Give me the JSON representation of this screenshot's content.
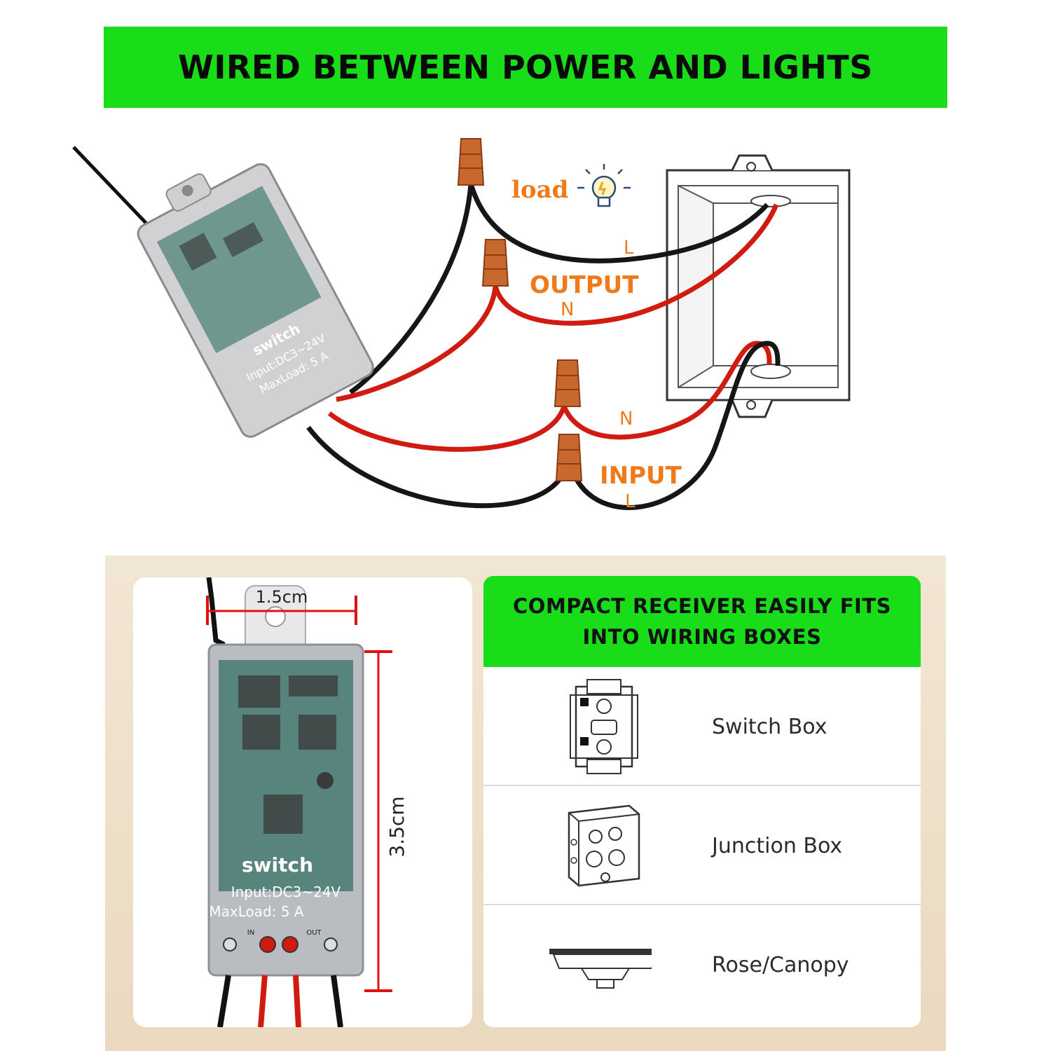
{
  "banner": {
    "title": "WIRED BETWEEN POWER AND LIGHTS"
  },
  "wiring": {
    "load_label": "load",
    "output_label": "OUTPUT",
    "input_label": "INPUT",
    "wire_l_top": "L",
    "wire_n_output": "N",
    "wire_n_input": "N",
    "wire_l_bottom": "L",
    "device_text": {
      "brand": "switch",
      "input": "Input:DC3~24V",
      "maxload": "MaxLoad: 5 A"
    }
  },
  "size_card": {
    "width_label": "1.5cm",
    "height_label": "3.5cm",
    "device_brand": "switch",
    "device_input": "Input:DC3~24V",
    "device_maxload": "MaxLoad: 5 A",
    "terminal_in": "IN",
    "terminal_out": "OUT"
  },
  "fits_card": {
    "heading": "COMPACT RECEIVER EASILY FITS INTO WIRING BOXES",
    "items": [
      {
        "label": "Switch Box",
        "icon": "switch-box-icon"
      },
      {
        "label": "Junction Box",
        "icon": "junction-box-icon"
      },
      {
        "label": "Rose/Canopy",
        "icon": "rose-canopy-icon"
      }
    ]
  },
  "colors": {
    "banner_green": "#19dd19",
    "wire_red": "#d11a10",
    "wire_black": "#161616",
    "connector_orange": "#c8672e",
    "label_orange": "#f07a1a",
    "measure_red": "#e01010"
  }
}
